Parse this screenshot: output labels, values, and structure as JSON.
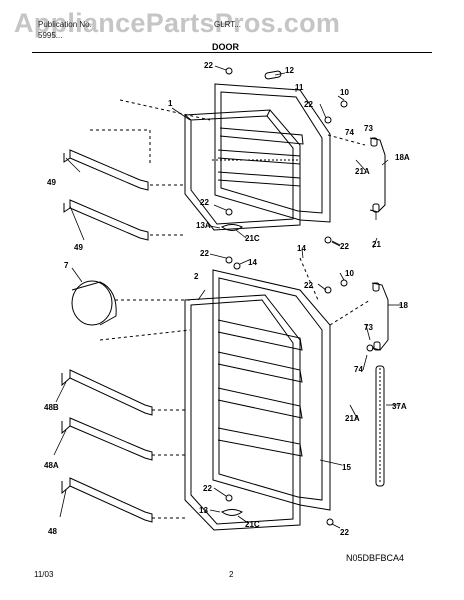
{
  "header": {
    "model": "Publication No.",
    "line2": "5995...",
    "doc_number": "GLRT...",
    "title": "DOOR"
  },
  "watermark": "AppliancePartsPros.com",
  "footer": {
    "date": "11/03",
    "page": "2",
    "code": "N05DBFBCA4"
  },
  "callouts": {
    "c1": "1",
    "c2": "2",
    "c7": "7",
    "c10a": "10",
    "c10b": "10",
    "c11": "11",
    "c12": "12",
    "c13": "13",
    "c13a": "13A",
    "c14a": "14",
    "c14b": "14",
    "c15": "15",
    "c18": "18",
    "c18a": "18A",
    "c21a": "21",
    "c21c1": "21C",
    "c21c2": "21C",
    "c21a1": "21A",
    "c21a2": "21A",
    "c22a": "22",
    "c22b": "22",
    "c22c": "22",
    "c22d": "22",
    "c22e": "22",
    "c22f": "22",
    "c22g": "22",
    "c22h": "22",
    "c37a": "37A",
    "c48": "48",
    "c48a": "48A",
    "c48b": "48B",
    "c49a": "49",
    "c49b": "49",
    "c73a": "73",
    "c73b": "73",
    "c74a": "74",
    "c74b": "74"
  }
}
